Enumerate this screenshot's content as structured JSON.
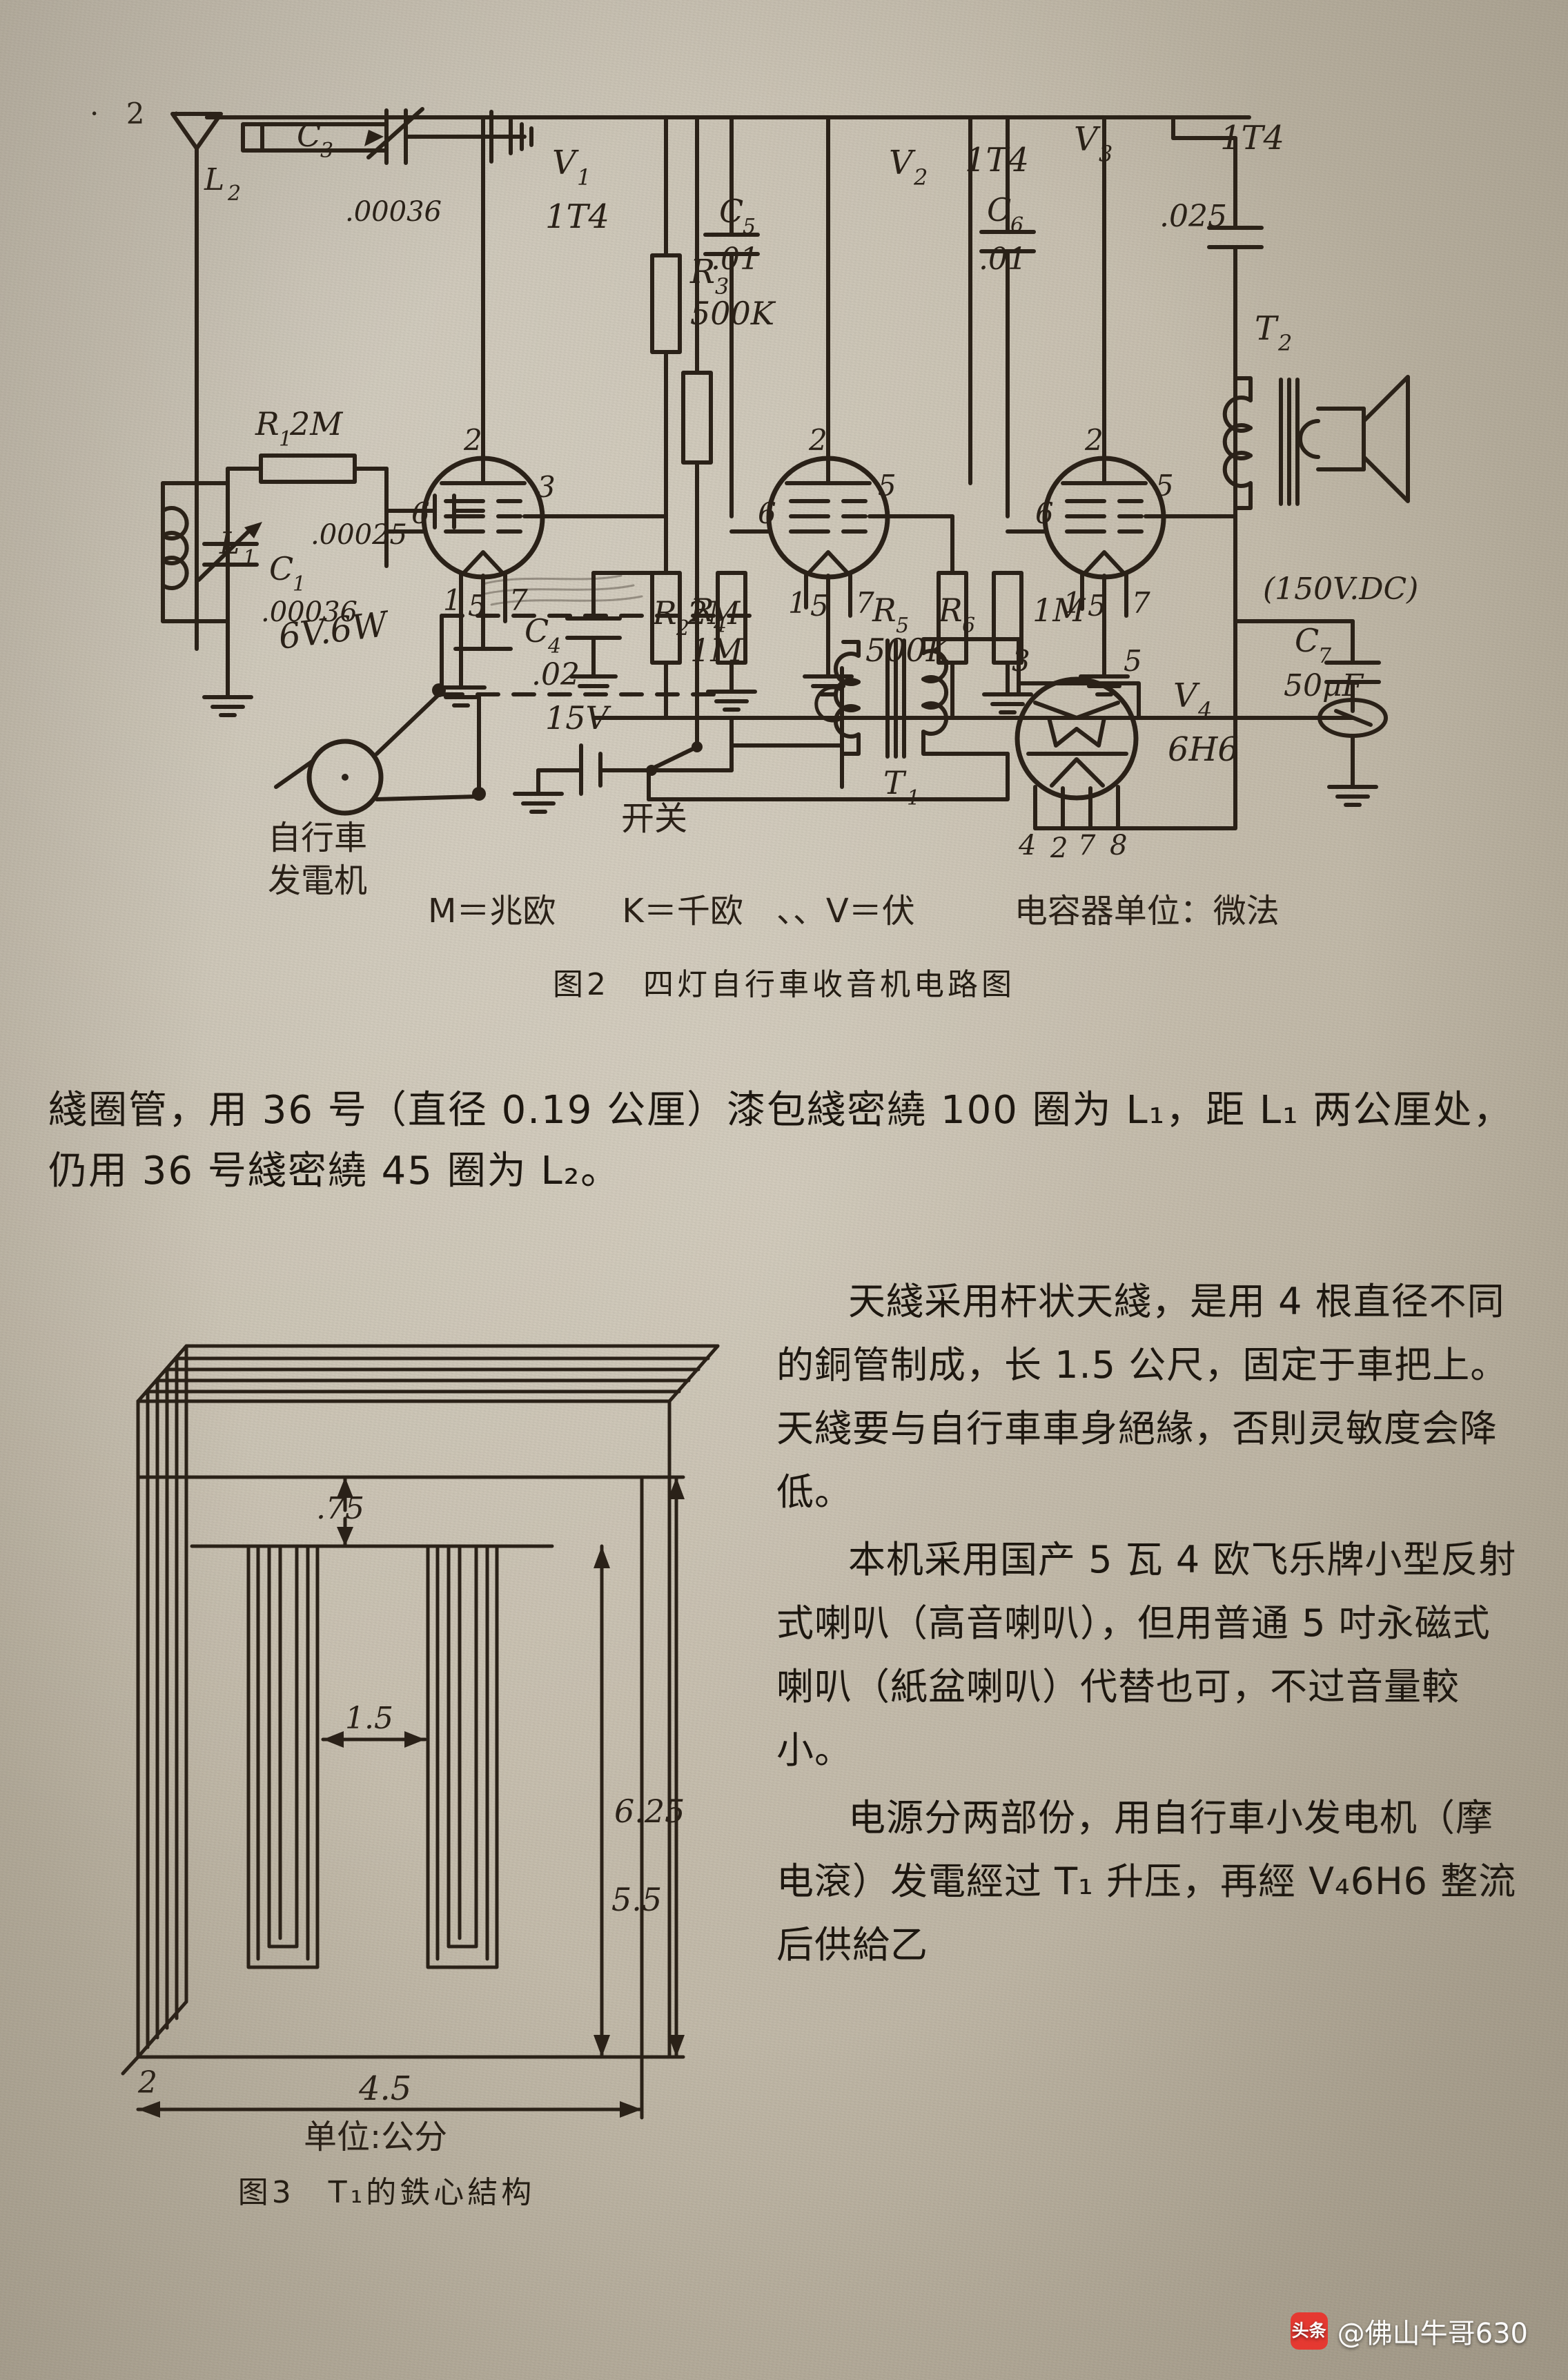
{
  "page": {
    "number": "· 2 ·",
    "background_color": "#c9c2b3",
    "ink_color": "#2a2118"
  },
  "figure2": {
    "caption": "图2　四灯自行車收音机电路图",
    "legend": "M＝兆欧　　K＝千欧　、、V＝伏　　　电容器单位：微法",
    "labels": {
      "L2": "L₂",
      "L1": "L₁",
      "C3": "C₃",
      "C3_value": ".00036",
      "C1": "C₁",
      "C1_value": ".00036",
      "C2_value": ".00025",
      "R1": "R₁",
      "R1_value": "2M",
      "V1": "V₁",
      "V1_type": "1T4",
      "R3": "R₃",
      "R3_value": "500K",
      "R4": "R₄",
      "R4_value": "1M",
      "C4": "C₄",
      "C4_value": ".02",
      "C5": "C₅",
      "C5_value": ".01",
      "V2": "V₂",
      "V2_type": "1T4",
      "R2": "R₂",
      "R2_value": "2M",
      "R5": "R₅",
      "R5_value": "500K",
      "C6": "C₆",
      "C6_value": ".01",
      "V3": "V₃",
      "V3_type": "1T4",
      "R6": "R₆",
      "R6_value": "1M",
      "C_out_value": ".025",
      "T2": "T₂",
      "T1": "T₁",
      "V4": "V₄",
      "V4_type": "6H6",
      "C7": "C₇",
      "C7_value": "50μF",
      "HT": "(150V.DC)",
      "dynamo_rating": "6V.6W",
      "dynamo_label1": "自行車",
      "dynamo_label2": "发電机",
      "battery": "15V",
      "switch": "开关"
    },
    "tube_pins": {
      "V1": [
        "2",
        "3",
        "6",
        "1",
        "5",
        "7"
      ],
      "V2": [
        "2",
        "5",
        "6",
        "1",
        "7"
      ],
      "V3": [
        "2",
        "5",
        "6",
        "1",
        "7"
      ],
      "V4": [
        "3",
        "5",
        "4",
        "2",
        "7",
        "8"
      ]
    }
  },
  "figure3": {
    "caption": "图3　T₁的鉄心結构",
    "unit_note": "单位:公分",
    "dimensions": {
      "top_gap": ".75",
      "center_width": "1.5",
      "outer_height": "6.25",
      "inner_height": "5.5",
      "base_width": "4.5",
      "depth": "2"
    }
  },
  "body_text": {
    "para_top": "綫圈管，用 36 号（直径 0.19 公厘）漆包綫密繞 100 圈为 L₁，距 L₁ 两公厘处，仍用 36 号綫密繞 45 圈为 L₂。",
    "right_paragraphs": [
      "天綫采用杆状天綫，是用 4 根直径不同的銅管制成，长 1.5 公尺，固定于車把上。天綫要与自行車車身絕緣，否則灵敏度会降低。",
      "本机采用国产 5 瓦 4 欧飞乐牌小型反射式喇叭（高音喇叭），但用普通 5 吋永磁式喇叭（紙盆喇叭）代替也可，不过音量較小。",
      "电源分两部份，用自行車小发电机（摩电滾）发電經过 T₁ 升压，再經 V₄6H6 整流后供給乙"
    ]
  },
  "watermark": {
    "badge": "头条",
    "text": "@佛山牛哥630"
  }
}
